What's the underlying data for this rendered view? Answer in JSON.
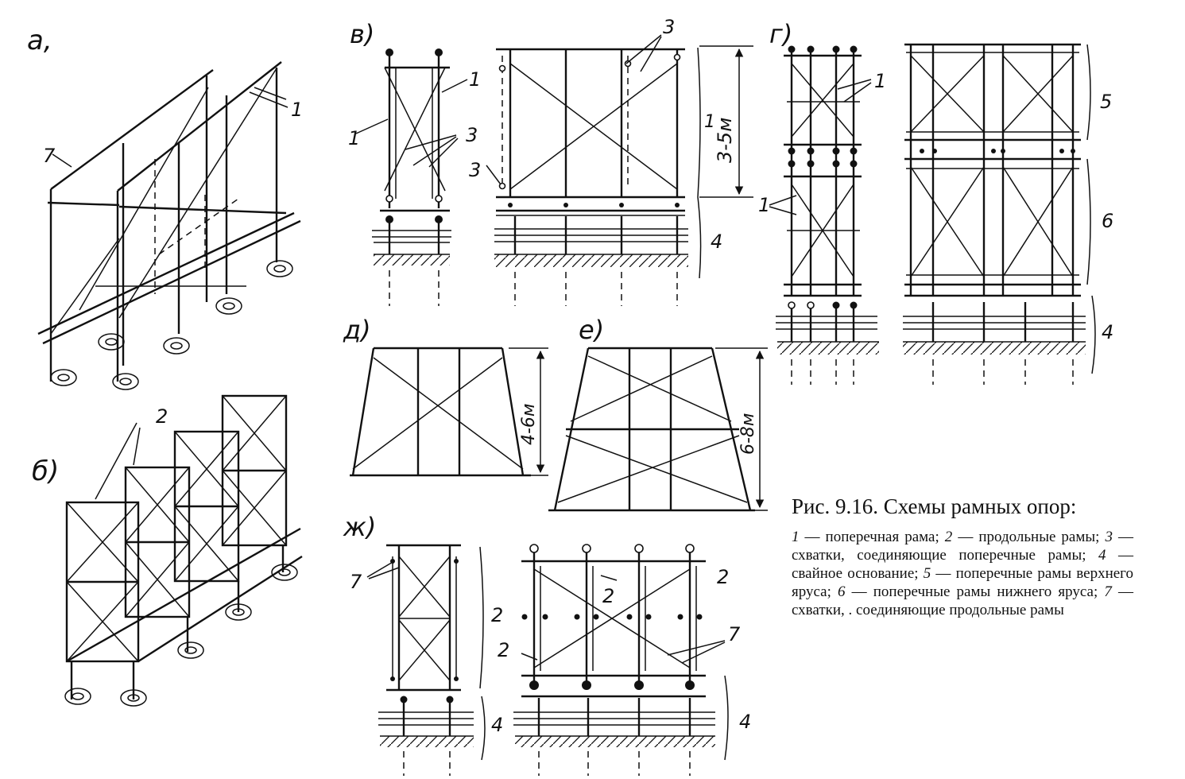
{
  "panels": {
    "a": "а,",
    "b": "б)",
    "v": "в)",
    "g": "г)",
    "d": "д)",
    "e": "е)",
    "zh": "ж)"
  },
  "numbers": {
    "n1": "1",
    "n2": "2",
    "n3": "3",
    "n4": "4",
    "n5": "5",
    "n6": "6",
    "n7": "7"
  },
  "dimensions": {
    "v_height": "3-5м",
    "d_height": "4-6м",
    "e_height": "6-8м"
  },
  "caption": {
    "title": "Рис. 9.16. Схемы рамных опор:",
    "items": [
      {
        "num": "1",
        "text": " — поперечная рама; "
      },
      {
        "num": "2",
        "text": " — продольные рамы; "
      },
      {
        "num": "3",
        "text": " — схватки, соединяющие поперечные рамы; "
      },
      {
        "num": "4",
        "text": " — свайное основание; "
      },
      {
        "num": "5",
        "text": " — поперечные рамы верхнего яруса; "
      },
      {
        "num": "6",
        "text": " — поперечные рамы нижнего яруса; "
      },
      {
        "num": "7",
        "text": " — схватки, . соединяющие продольные рамы"
      }
    ]
  }
}
